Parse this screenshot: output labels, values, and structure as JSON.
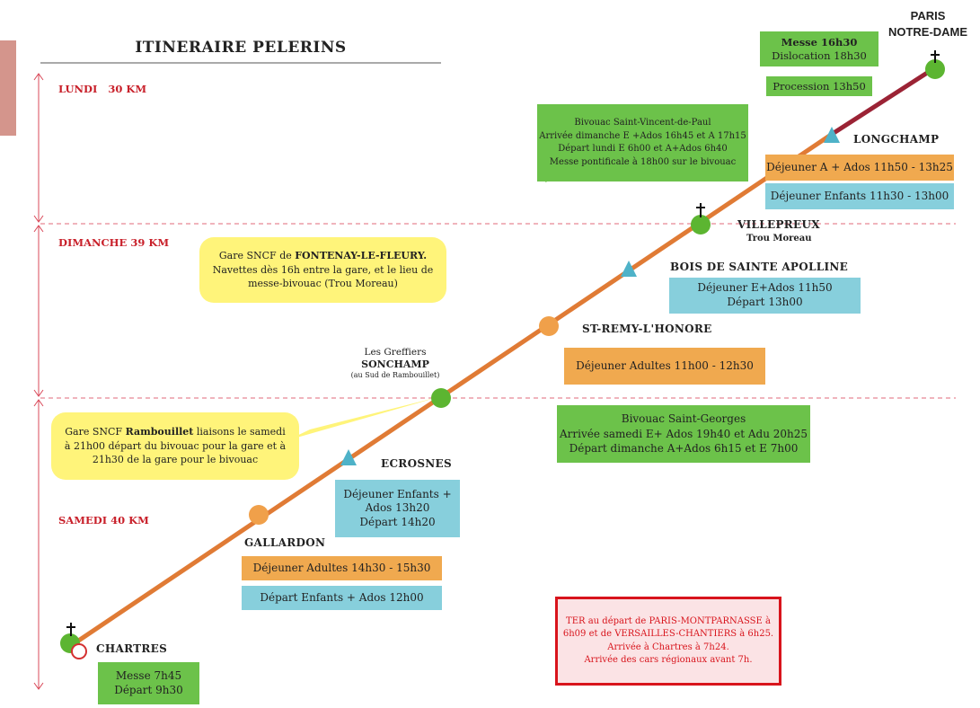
{
  "title": "ITINERAIRE PELERINS",
  "days": [
    {
      "name": "LUNDI",
      "km": "30 KM"
    },
    {
      "name": "DIMANCHE",
      "km": "39 KM"
    },
    {
      "name": "SAMEDI",
      "km": "40 KM"
    }
  ],
  "destination": {
    "line1": "PARIS",
    "line2": "NOTRE-DAME"
  },
  "places": {
    "longchamp": "LONGCHAMP",
    "villepreux": "VILLEPREUX",
    "villepreux_sub": "Trou Moreau",
    "bois": "BOIS DE SAINTE APOLLINE",
    "stremy": "ST-REMY-L'HONORE",
    "sonchamp_top": "Les Greffiers",
    "sonchamp": "SONCHAMP",
    "sonchamp_sub": "(au Sud de Rambouillet)",
    "ecrosnes": "ECROSNES",
    "gallardon": "GALLARDON",
    "chartres": "CHARTRES"
  },
  "boxes": {
    "paris_messe": {
      "l1": "Messe 16h30",
      "l2": "Dislocation 18h30"
    },
    "procession": "Procession 13h50",
    "bivouac_svp": {
      "l1": "Bivouac Saint-Vincent-de-Paul",
      "l2": "Arrivée dimanche E +Ados 16h45 et A 17h15",
      "l3": "Départ lundi E 6h00 et A+Ados 6h40",
      "l4": "Messe pontificale à 18h00 sur le bivouac"
    },
    "longchamp_a": "Déjeuner A + Ados 11h50 - 13h25",
    "longchamp_e": "Déjeuner Enfants 11h30 - 13h00",
    "fontenay": {
      "pre": "Gare SNCF de ",
      "bold": "FONTENAY-LE-FLEURY.",
      "l2": "Navettes dès 16h entre la gare, et le lieu de",
      "l3": "messe-bivouac (Trou Moreau)"
    },
    "bois_box": {
      "l1": "Déjeuner E+Ados 11h50",
      "l2": "Départ 13h00"
    },
    "stremy_box": "Déjeuner Adultes 11h00 - 12h30",
    "bivouac_sg": {
      "l1": "Bivouac Saint-Georges",
      "l2": "Arrivée samedi E+ Ados 19h40 et Adu 20h25",
      "l3": "Départ dimanche A+Ados 6h15 et E 7h00"
    },
    "rambouillet": {
      "pre": "Gare SNCF ",
      "bold": "Rambouillet",
      "post": " liaisons le samedi",
      "l2": "à 21h00 départ du bivouac pour la gare et à",
      "l3": "21h30 de la gare pour le bivouac"
    },
    "ecrosnes_box": {
      "l1": "Déjeuner Enfants +",
      "l2": "Ados 13h20",
      "l3": "Départ 14h20"
    },
    "gallardon_a": "Déjeuner Adultes 14h30 - 15h30",
    "gallardon_e": "Départ Enfants + Ados 12h00",
    "chartres_box": {
      "l1": "Messe 7h45",
      "l2": "Départ 9h30"
    },
    "ter": {
      "l1": "TER au départ de PARIS-MONTPARNASSE à",
      "l2": "6h09 et de VERSAILLES-CHANTIERS à 6h25.",
      "l3": "Arrivée à Chartres à 7h24.",
      "l4": "Arrivée des cars régionaux avant 7h."
    }
  },
  "colors": {
    "route_orange": "#e07b35",
    "route_dark": "#9b2335",
    "green": "#6cc24a",
    "orange": "#f0a94f",
    "blue": "#87cfdc",
    "yellow": "#fff47a",
    "red": "#c8202a"
  }
}
